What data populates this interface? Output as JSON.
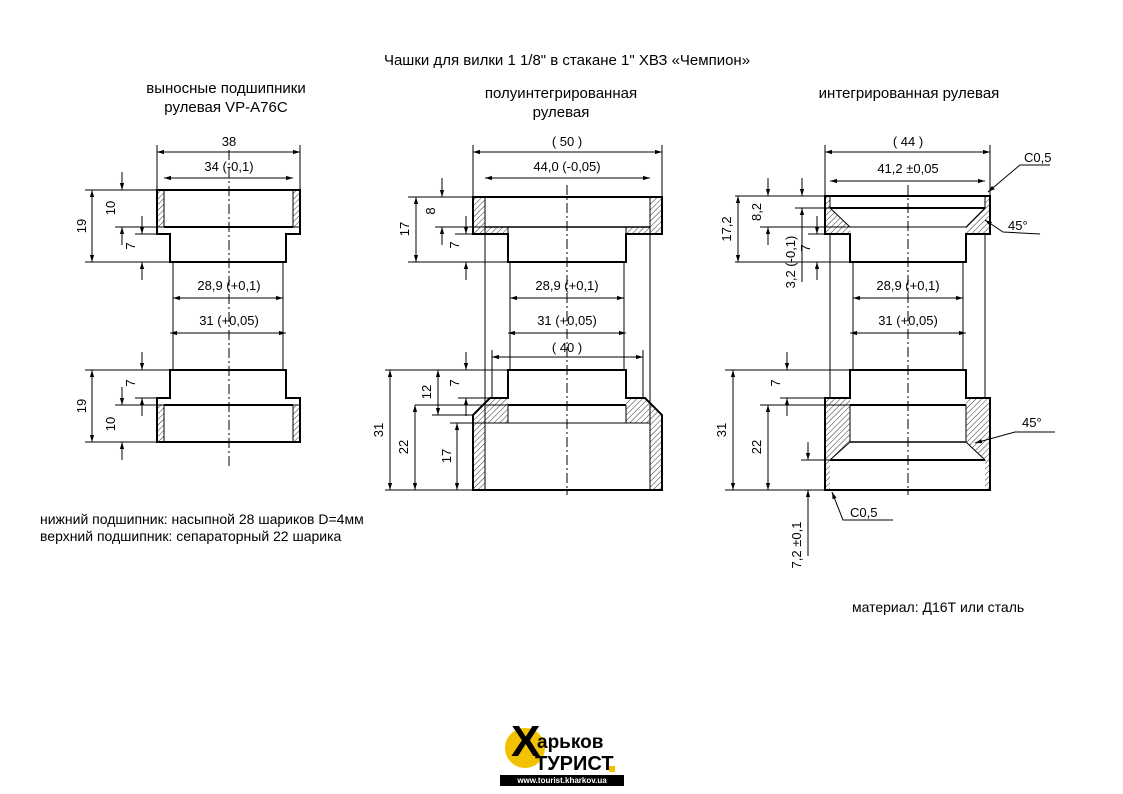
{
  "title": "Чашки для вилки 1 1/8\" в стакане 1\" ХВЗ «Чемпион»",
  "variants": [
    {
      "heading": [
        "выносные подшипники",
        "рулевая VP-A76C"
      ],
      "dims": {
        "outer": "38",
        "inner": "34 (-0,1)",
        "d1": "28,9 (+0,1)",
        "d2": "31 (+0,05)",
        "h_top": "19",
        "h_top_flange": "10",
        "h_top_step": "7",
        "h_bot": "19",
        "h_bot_flange": "10",
        "h_bot_step": "7"
      }
    },
    {
      "heading": [
        "полуинтегрированная",
        "рулевая"
      ],
      "dims": {
        "outer": "( 50 )",
        "inner": "44,0 (-0,05)",
        "d1": "28,9 (+0,1)",
        "d2": "31 (+0,05)",
        "d3": "( 40 )",
        "h_top": "17",
        "h_top_flange": "8",
        "h_top_step": "7",
        "h_bot": "31",
        "h_bot_22": "22",
        "h_bot_17": "17",
        "h_bot_12": "12",
        "h_bot_step": "7"
      }
    },
    {
      "heading": [
        "интегрированная рулевая"
      ],
      "dims": {
        "outer": "( 44 )",
        "inner": "41,2 ±0,05",
        "d1": "28,9 (+0,1)",
        "d2": "31 (+0,05)",
        "h_top": "17,2",
        "h_top_82": "8,2",
        "h_top_32": "3,2 (-0,1)",
        "h_top_step": "7",
        "h_bot": "31",
        "h_bot_22": "22",
        "h_bot_step": "7",
        "h_bot_72": "7,2 ±0,1",
        "chamfer_top": "C0,5",
        "chamfer_bot": "C0,5",
        "angle_top": "45°",
        "angle_bot": "45°"
      }
    }
  ],
  "notes": [
    "нижний подшипник: насыпной 28 шариков D=4мм",
    "верхний подшипник: сепараторный 22 шарика"
  ],
  "material": "материал: Д16Т или сталь",
  "logo": {
    "line1": "арьков",
    "line2": "ТУРИСТ",
    "url": "www.tourist.kharkov.ua",
    "accent": "#f2c200"
  }
}
